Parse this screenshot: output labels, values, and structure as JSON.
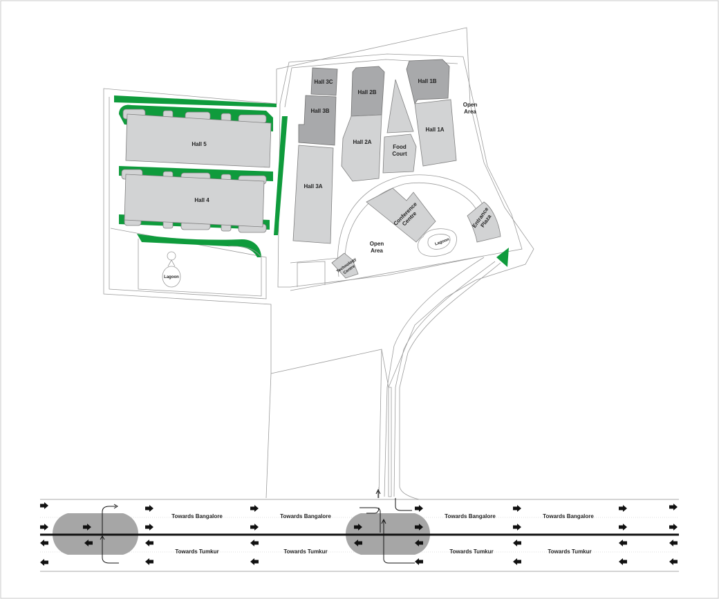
{
  "halls": {
    "hall_5": "Hall 5",
    "hall_4": "Hall 4",
    "hall_3c": "Hall 3C",
    "hall_3b": "Hall 3B",
    "hall_3a": "Hall 3A",
    "hall_2b": "Hall 2B",
    "hall_2a": "Hall 2A",
    "hall_1b": "Hall 1B",
    "hall_1a": "Hall 1A"
  },
  "facilities": {
    "food_court_line1": "Food",
    "food_court_line2": "Court",
    "conference_line1": "Conference",
    "conference_line2": "Centre",
    "entrance_line1": "Entrance",
    "entrance_line2": "Plaza",
    "technology_line1": "Technology",
    "technology_line2": "Centre",
    "lagoon_west": "Lagoon",
    "lagoon_east": "Lagoon"
  },
  "open_areas": {
    "north_line1": "Open",
    "north_line2": "Area",
    "central_line1": "Open",
    "central_line2": "Area"
  },
  "highway": {
    "towards_bangalore": "Towards Bangalore",
    "towards_tumkur": "Towards Tumkur"
  },
  "colors": {
    "hall_light": "#d2d3d4",
    "hall_dark": "#a8a9ab",
    "green_strip": "#0f9b3c",
    "junction": "#a6a6a6"
  }
}
